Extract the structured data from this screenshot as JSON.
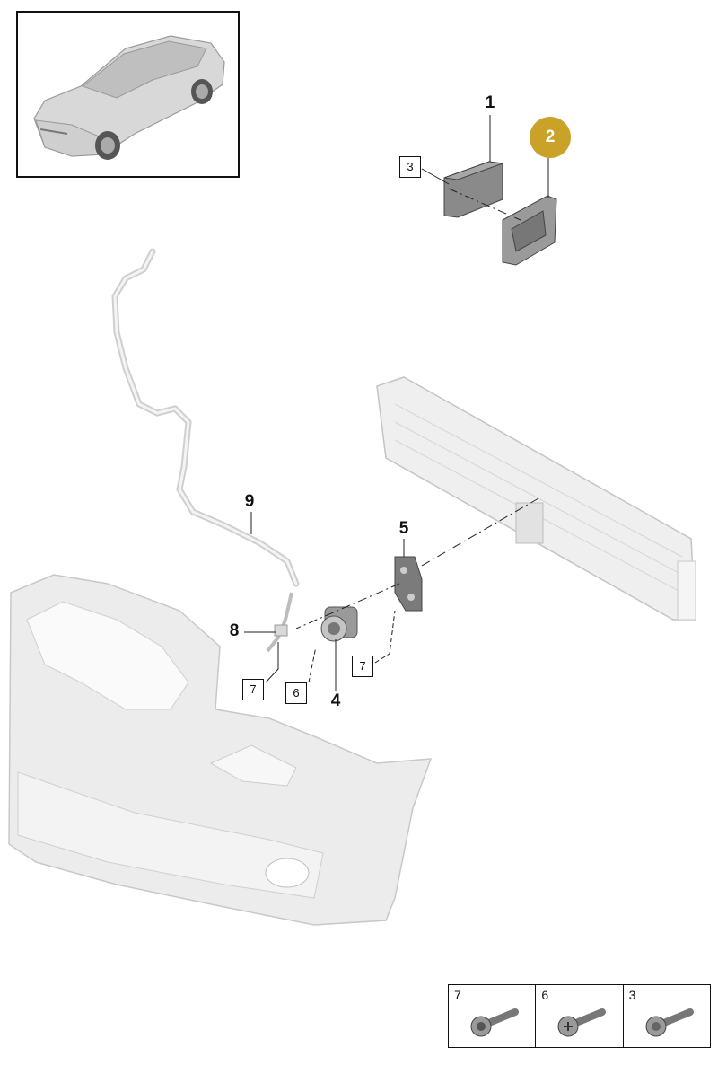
{
  "callouts": {
    "c1": "1",
    "c2": "2",
    "c3": "3",
    "c4": "4",
    "c5": "5",
    "c6": "6",
    "c7a": "7",
    "c7b": "7",
    "c8": "8",
    "c9": "9"
  },
  "legend": [
    {
      "num": "7",
      "icon": "bolt-icon"
    },
    {
      "num": "6",
      "icon": "bolt-icon"
    },
    {
      "num": "3",
      "icon": "bolt-icon"
    }
  ],
  "colors": {
    "highlight": "#c9a227",
    "part_fill": "#e9e9e9",
    "part_stroke": "#b8b8b8",
    "dark_part": "#6f6f6f"
  }
}
